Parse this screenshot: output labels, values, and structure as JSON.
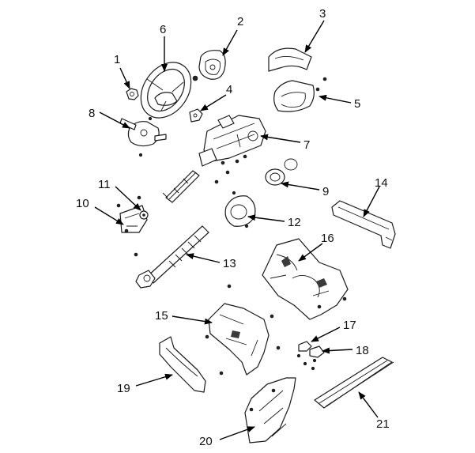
{
  "colors": {
    "line": "#1a1a1a",
    "background": "#ffffff",
    "shading": "#3a3a3a"
  },
  "callouts": [
    "1",
    "2",
    "3",
    "4",
    "5",
    "6",
    "7",
    "8",
    "9",
    "10",
    "11",
    "12",
    "13",
    "14",
    "15",
    "16",
    "17",
    "18",
    "19",
    "20",
    "21"
  ]
}
